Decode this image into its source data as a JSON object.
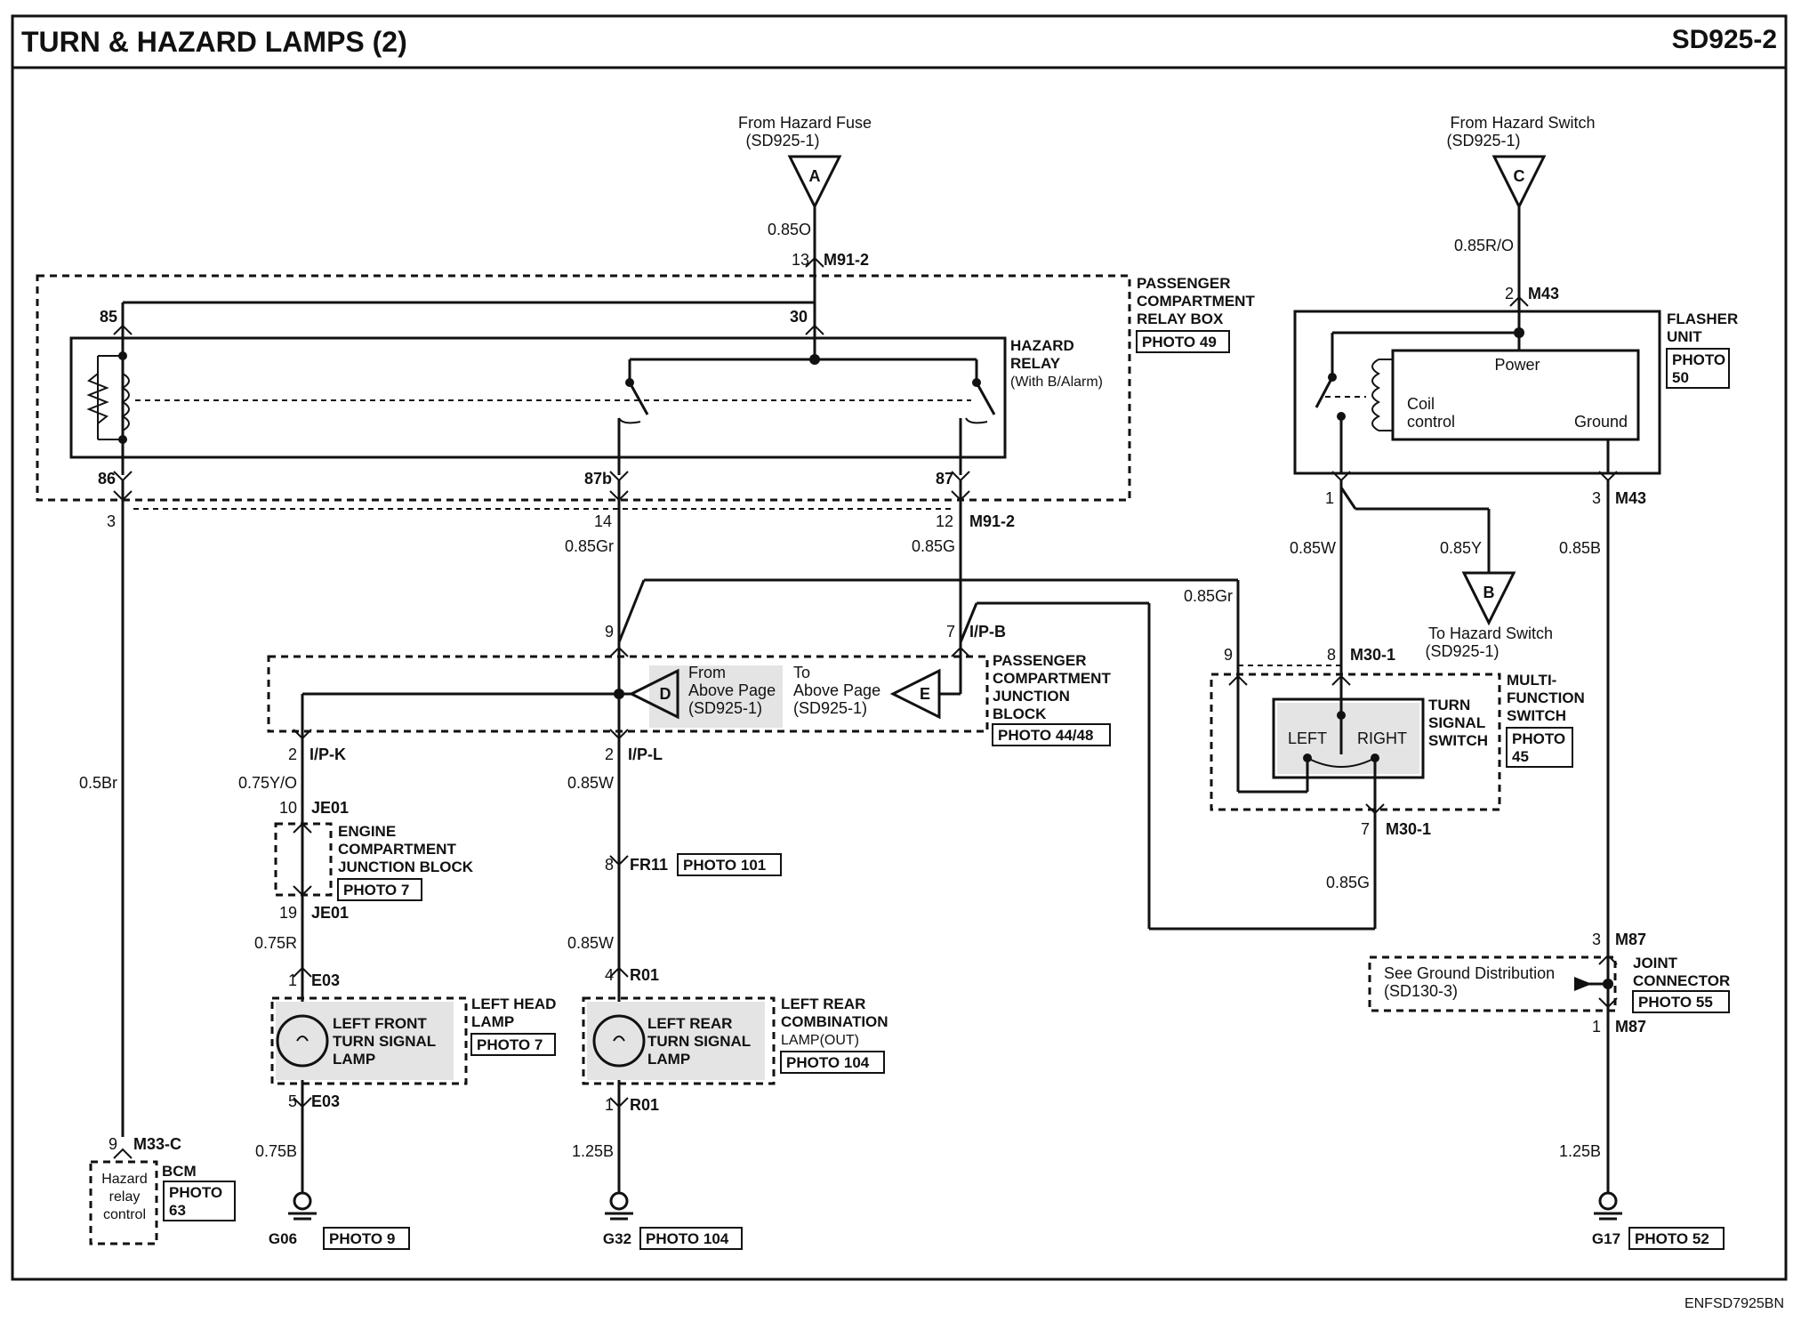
{
  "title": "TURN & HAZARD LAMPS (2)",
  "page_code": "SD925-2",
  "footer_code": "ENFSD7925BN",
  "sources": {
    "hazard_fuse": {
      "line1": "From Hazard Fuse",
      "line2": "(SD925-1)",
      "letter": "A"
    },
    "hazard_switch_in": {
      "line1": "From Hazard Switch",
      "line2": "(SD925-1)",
      "letter": "C"
    },
    "hazard_switch_out": {
      "line1": "To Hazard Switch",
      "line2": "(SD925-1)",
      "letter": "B"
    },
    "from_above": {
      "line1": "From",
      "line2": "Above Page",
      "line3": "(SD925-1)",
      "letter": "D"
    },
    "to_above": {
      "line1": "To",
      "line2": "Above Page",
      "line3": "(SD925-1)",
      "letter": "E"
    }
  },
  "components": {
    "relay_box": {
      "line1": "PASSENGER",
      "line2": "COMPARTMENT",
      "line3": "RELAY BOX",
      "photo": "PHOTO 49"
    },
    "hazard_relay": {
      "line1": "HAZARD",
      "line2": "RELAY",
      "line3": "(With B/Alarm)"
    },
    "flasher": {
      "line1": "FLASHER",
      "line2": "UNIT",
      "photo1": "PHOTO",
      "photo2": "50",
      "power": "Power",
      "coil1": "Coil",
      "coil2": "control",
      "ground": "Ground"
    },
    "junction_block": {
      "line1": "PASSENGER",
      "line2": "COMPARTMENT",
      "line3": "JUNCTION",
      "line4": "BLOCK",
      "photo": "PHOTO 44/48"
    },
    "multifunction": {
      "line1": "MULTI-",
      "line2": "FUNCTION",
      "line3": "SWITCH",
      "photo1": "PHOTO",
      "photo2": "45",
      "inner1": "TURN",
      "inner2": "SIGNAL",
      "inner3": "SWITCH",
      "left": "LEFT",
      "right": "RIGHT"
    },
    "engine_jb": {
      "line1": "ENGINE",
      "line2": "COMPARTMENT",
      "line3": "JUNCTION BLOCK",
      "photo": "PHOTO 7"
    },
    "left_front_lamp": {
      "line1": "LEFT FRONT",
      "line2": "TURN SIGNAL",
      "line3": "LAMP"
    },
    "left_head_lamp": {
      "line1": "LEFT HEAD",
      "line2": "LAMP",
      "photo": "PHOTO 7"
    },
    "left_rear_lamp": {
      "line1": "LEFT REAR",
      "line2": "TURN SIGNAL",
      "line3": "LAMP"
    },
    "rear_combination": {
      "line1": "LEFT REAR",
      "line2": "COMBINATION",
      "line3": "LAMP(OUT)",
      "photo": "PHOTO 104"
    },
    "bcm": {
      "name": "BCM",
      "photo1": "PHOTO",
      "photo2": "63",
      "in1": "Hazard",
      "in2": "relay",
      "in3": "control"
    },
    "joint_connector": {
      "line1": "JOINT",
      "line2": "CONNECTOR",
      "photo": "PHOTO 55",
      "note1": "See Ground Distribution",
      "note2": "(SD130-3)"
    },
    "fr11_photo": "PHOTO 101"
  },
  "grounds": [
    {
      "id": "G06",
      "photo": "PHOTO 9"
    },
    {
      "id": "G32",
      "photo": "PHOTO 104"
    },
    {
      "id": "G17",
      "photo": "PHOTO 52"
    }
  ],
  "connectors": {
    "m91_2_13": {
      "pin": "13",
      "name": "M91-2"
    },
    "m91_2_12": {
      "pin": "12",
      "name": "M91-2"
    },
    "m43_2": {
      "pin": "2",
      "name": "M43"
    },
    "m43_3": {
      "pin": "3",
      "name": "M43"
    },
    "m43_1": {
      "pin": "1"
    },
    "relay_85": "85",
    "relay_30": "30",
    "relay_86": "86",
    "relay_87b": "87b",
    "relay_87": "87",
    "relay_pin3": "3",
    "relay_pin14": "14",
    "ipb_7": {
      "pin": "7",
      "name": "I/P-B"
    },
    "ipb_9": "9",
    "ipk": {
      "pin": "2",
      "name": "I/P-K"
    },
    "ipl": {
      "pin": "2",
      "name": "I/P-L"
    },
    "m30_8": {
      "pin": "8",
      "name": "M30-1"
    },
    "m30_9": "9",
    "m30_7": {
      "pin": "7",
      "name": "M30-1"
    },
    "je01_10": {
      "pin": "10",
      "name": "JE01"
    },
    "je01_19": {
      "pin": "19",
      "name": "JE01"
    },
    "e03_1": {
      "pin": "1",
      "name": "E03"
    },
    "e03_5": {
      "pin": "5",
      "name": "E03"
    },
    "fr11_8": {
      "pin": "8",
      "name": "FR11"
    },
    "r01_4": {
      "pin": "4",
      "name": "R01"
    },
    "r01_1": {
      "pin": "1",
      "name": "R01"
    },
    "m33c": {
      "pin": "9",
      "name": "M33-C"
    },
    "m87_3": {
      "pin": "3",
      "name": "M87"
    },
    "m87_1": {
      "pin": "1",
      "name": "M87"
    }
  },
  "wires": {
    "w_085o": "0.85O",
    "w_085ro": "0.85R/O",
    "w_085gr_a": "0.85Gr",
    "w_085g_a": "0.85G",
    "w_085w_a": "0.85W",
    "w_085y": "0.85Y",
    "w_085b": "0.85B",
    "w_085gr_b": "0.85Gr",
    "w_05br": "0.5Br",
    "w_075yo": "0.75Y/O",
    "w_085w_b": "0.85W",
    "w_075r": "0.75R",
    "w_085w_c": "0.85W",
    "w_085g_b": "0.85G",
    "w_075b": "0.75B",
    "w_125b_a": "1.25B",
    "w_125b_b": "1.25B"
  }
}
